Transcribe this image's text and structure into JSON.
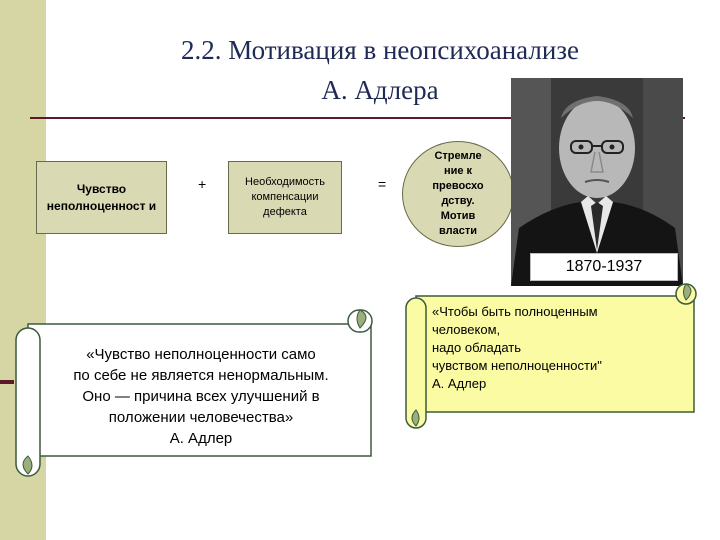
{
  "slide": {
    "title_line1": "2.2. Мотивация в неопсихоанализе",
    "title_line2": "А. Адлера"
  },
  "diagram": {
    "box1": "Чувство неполноценност и",
    "plus": "+",
    "box2": "Необходимость компенсации дефекта",
    "equals": "=",
    "result": "Стремле ние к превосхо дству. Мотив власти"
  },
  "portrait": {
    "years": "1870-1937"
  },
  "quotes": {
    "left_lines": [
      "«Чувство неполноценности само",
      "по себе не является ненормальным.",
      "Оно — причина всех улучшений в",
      "положении человечества»",
      "А. Адлер"
    ],
    "right_text": "«Чтобы быть полноценным\nчеловеком,\nнадо обладать\nчувством неполноценности\"\nА. Адлер"
  },
  "colors": {
    "stripe": "#d6d6a4",
    "scroll_left": "#ffffff",
    "scroll_right": "#fbfba4",
    "box_fill": "#d9d9b3",
    "title_text": "#1f2a55",
    "rule": "#5a1a2a",
    "scroll_curl": "#9aae7e"
  }
}
